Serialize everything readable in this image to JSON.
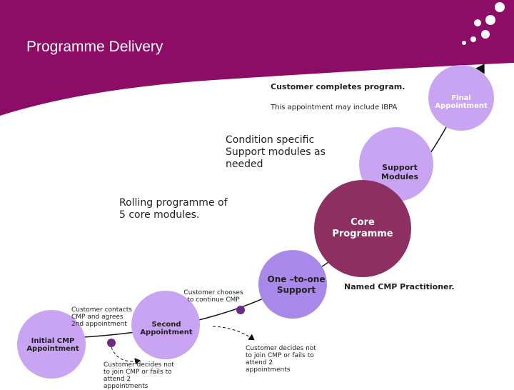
{
  "page": {
    "title": "Programme Delivery"
  },
  "colors": {
    "brand": "#8d0c66",
    "light_circle": "#c9a4f2",
    "mid_circle": "#a888e8",
    "core_circle": "#8e2f62",
    "dot": "#6c2a86"
  },
  "nodes": {
    "initial": "Initial CMP Appointment",
    "second": "Second Appointment",
    "one_to_one": "One –to-one Support",
    "core": "Core Programme",
    "support": "Support Modules",
    "final": "Final Appointment"
  },
  "annotations": {
    "contacts": "Customer contacts CMP and agrees 2nd appointment",
    "decides_not_1": "Customer decides not to join CMP or fails to attend 2 appointments",
    "chooses": "Customer chooses to continue CMP",
    "decides_not_2": "Customer decides not to join CMP or fails to attend 2 appointments",
    "rolling": "Rolling programme of 5 core modules.",
    "condition": "Condition specific Support modules as needed",
    "named": "Named CMP Practitioner.",
    "completes": "Customer completes program.",
    "ibpa": "This appointment may include IBPA"
  }
}
